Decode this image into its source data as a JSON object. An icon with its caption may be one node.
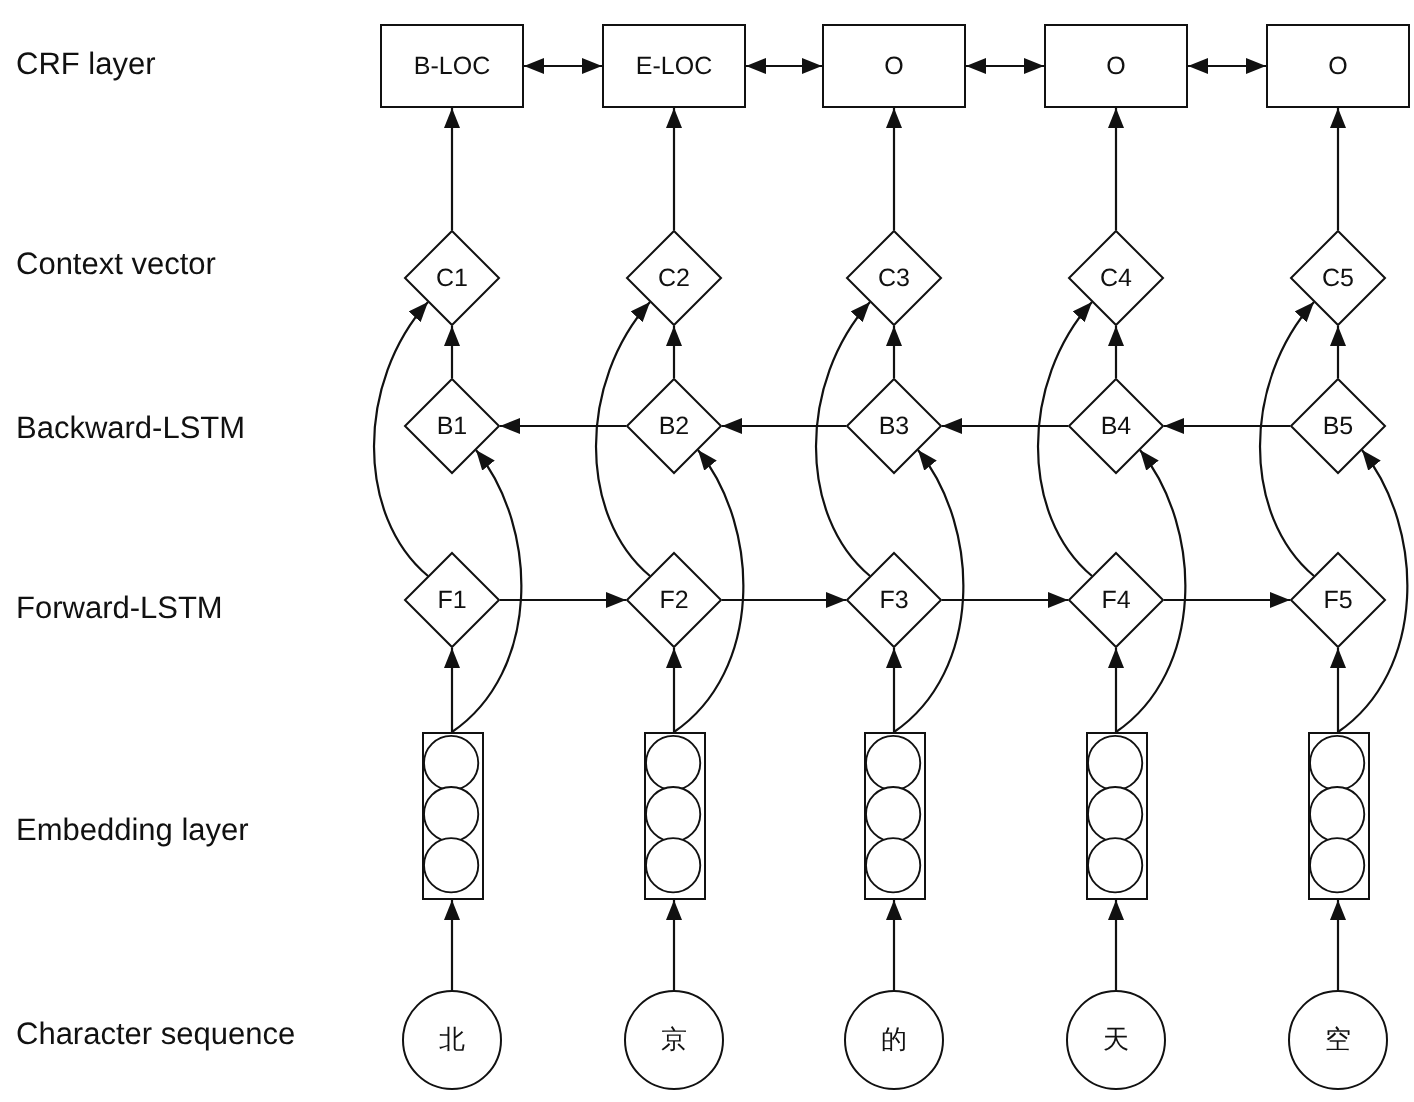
{
  "diagram": {
    "nodes": [
      {
        "text": [
          "B-LOC"
        ]
      },
      {
        "text": [
          "E-LOC"
        ]
      },
      {
        "text": [
          "O"
        ]
      },
      {
        "text": [
          "O"
        ]
      },
      {
        "text": [
          "O"
        ]
      },
      {
        "text": [
          "C1"
        ]
      },
      {
        "text": [
          "C2"
        ]
      },
      {
        "text": [
          "C3"
        ]
      },
      {
        "text": [
          "C4"
        ]
      },
      {
        "text": [
          "C5"
        ]
      },
      {
        "text": [
          "B1"
        ]
      },
      {
        "text": [
          "B2"
        ]
      },
      {
        "text": [
          "B3"
        ]
      },
      {
        "text": [
          "B4"
        ]
      },
      {
        "text": [
          "B5"
        ]
      },
      {
        "text": [
          "F1"
        ]
      },
      {
        "text": [
          "F2"
        ]
      },
      {
        "text": [
          "F3"
        ]
      },
      {
        "text": [
          "F4"
        ]
      },
      {
        "text": [
          "F5"
        ]
      },
      {
        "text": [],
        "shape": "picture"
      },
      {
        "text": [],
        "shape": "picture"
      },
      {
        "text": [],
        "shape": "picture"
      },
      {
        "text": [],
        "shape": "picture"
      },
      {
        "text": [],
        "shape": "picture"
      },
      {
        "text": [
          "北"
        ]
      },
      {
        "text": [
          "京"
        ]
      },
      {
        "text": [
          "的"
        ]
      },
      {
        "text": [
          "天"
        ]
      },
      {
        "text": [
          "空"
        ]
      }
    ],
    "edges": [
      {
        "from": 0,
        "to": 1,
        "arrow": "both"
      },
      {
        "from": 1,
        "to": 2,
        "arrow": "both"
      },
      {
        "from": 2,
        "to": 3,
        "arrow": "both"
      },
      {
        "from": 3,
        "to": 4,
        "arrow": "both"
      },
      {
        "from": 5,
        "to": 0,
        "arrow": "to"
      },
      {
        "from": 6,
        "to": 1,
        "arrow": "to"
      },
      {
        "from": 7,
        "to": 2,
        "arrow": "to"
      },
      {
        "from": 8,
        "to": 3,
        "arrow": "to"
      },
      {
        "from": 9,
        "to": 4,
        "arrow": "to"
      },
      {
        "from": 10,
        "to": 5,
        "arrow": "to"
      },
      {
        "from": 11,
        "to": 6,
        "arrow": "to"
      },
      {
        "from": 12,
        "to": 7,
        "arrow": "to"
      },
      {
        "from": 13,
        "to": 8,
        "arrow": "to"
      },
      {
        "from": 14,
        "to": 9,
        "arrow": "to"
      },
      {
        "from": 11,
        "to": 10,
        "arrow": "to"
      },
      {
        "from": 12,
        "to": 11,
        "arrow": "to"
      },
      {
        "from": 13,
        "to": 12,
        "arrow": "to"
      },
      {
        "from": 14,
        "to": 13,
        "arrow": "to"
      },
      {
        "from": 15,
        "to": 5,
        "arrow": "to"
      },
      {
        "from": 16,
        "to": 6,
        "arrow": "to"
      },
      {
        "from": 17,
        "to": 7,
        "arrow": "to"
      },
      {
        "from": 18,
        "to": 8,
        "arrow": "to"
      },
      {
        "from": 19,
        "to": 9,
        "arrow": "to"
      },
      {
        "from": 15,
        "to": 16,
        "arrow": "to"
      },
      {
        "from": 16,
        "to": 17,
        "arrow": "to"
      },
      {
        "from": 17,
        "to": 18,
        "arrow": "to"
      },
      {
        "from": 18,
        "to": 19,
        "arrow": "to"
      },
      {
        "from": 20,
        "to": 15,
        "arrow": "to"
      },
      {
        "from": 21,
        "to": 16,
        "arrow": "to"
      },
      {
        "from": 22,
        "to": 17,
        "arrow": "to"
      },
      {
        "from": 23,
        "to": 18,
        "arrow": "to"
      },
      {
        "from": 24,
        "to": 19,
        "arrow": "to"
      },
      {
        "from": 20,
        "to": 10,
        "arrow": "to"
      },
      {
        "from": 21,
        "to": 11,
        "arrow": "to"
      },
      {
        "from": 22,
        "to": 12,
        "arrow": "to"
      },
      {
        "from": 23,
        "to": 13,
        "arrow": "to"
      },
      {
        "from": 24,
        "to": 14,
        "arrow": "to"
      },
      {
        "from": 25,
        "to": 20,
        "arrow": "to"
      },
      {
        "from": 26,
        "to": 21,
        "arrow": "to"
      },
      {
        "from": 27,
        "to": 22,
        "arrow": "to"
      },
      {
        "from": 28,
        "to": 23,
        "arrow": "to"
      },
      {
        "from": 29,
        "to": 24,
        "arrow": "to"
      }
    ],
    "labels": [
      "CRF layer",
      "Context vector",
      "Backward-LSTM",
      "Forward-LSTM",
      "Embedding layer",
      "Character sequence"
    ]
  }
}
